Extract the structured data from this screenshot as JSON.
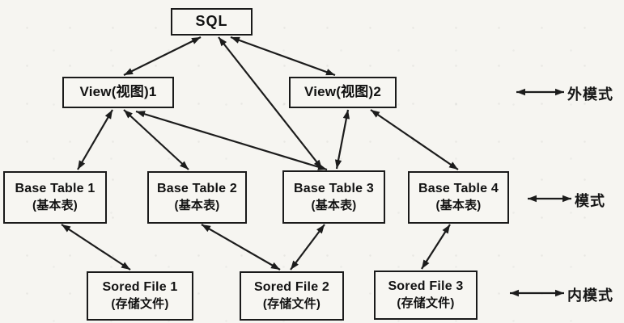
{
  "diagram": {
    "nodes": {
      "sql": {
        "label": "SQL"
      },
      "view1": {
        "label": "View(视图)1"
      },
      "view2": {
        "label": "View(视图)2"
      },
      "bt1": {
        "title": "Base Table 1",
        "subtitle": "(基本表)"
      },
      "bt2": {
        "title": "Base Table 2",
        "subtitle": "(基本表)"
      },
      "bt3": {
        "title": "Base Table 3",
        "subtitle": "(基本表)"
      },
      "bt4": {
        "title": "Base Table 4",
        "subtitle": "(基本表)"
      },
      "sf1": {
        "title": "Sored File 1",
        "subtitle": "(存储文件)"
      },
      "sf2": {
        "title": "Sored File 2",
        "subtitle": "(存储文件)"
      },
      "sf3": {
        "title": "Sored File 3",
        "subtitle": "(存储文件)"
      }
    },
    "edges": [
      {
        "from": "sql",
        "to": "view1",
        "bidirectional": true
      },
      {
        "from": "sql",
        "to": "view2",
        "bidirectional": true
      },
      {
        "from": "sql",
        "to": "bt3",
        "bidirectional": true
      },
      {
        "from": "view1",
        "to": "bt1",
        "bidirectional": true
      },
      {
        "from": "view1",
        "to": "bt2",
        "bidirectional": true
      },
      {
        "from": "view1",
        "to": "bt3",
        "bidirectional": true
      },
      {
        "from": "view2",
        "to": "bt3",
        "bidirectional": true
      },
      {
        "from": "view2",
        "to": "bt4",
        "bidirectional": true
      },
      {
        "from": "bt1",
        "to": "sf1",
        "bidirectional": true
      },
      {
        "from": "bt2",
        "to": "sf2",
        "bidirectional": true
      },
      {
        "from": "bt3",
        "to": "sf2",
        "bidirectional": true
      },
      {
        "from": "bt4",
        "to": "sf3",
        "bidirectional": true
      }
    ],
    "legend": [
      {
        "id": "external-schema",
        "label": "外模式"
      },
      {
        "id": "schema",
        "label": "模式"
      },
      {
        "id": "internal-schema",
        "label": "内模式"
      }
    ],
    "colors": {
      "line": "#1c1c1c",
      "box_border": "#1a1a1a",
      "text": "#121212",
      "background": "#f6f5f1"
    }
  }
}
